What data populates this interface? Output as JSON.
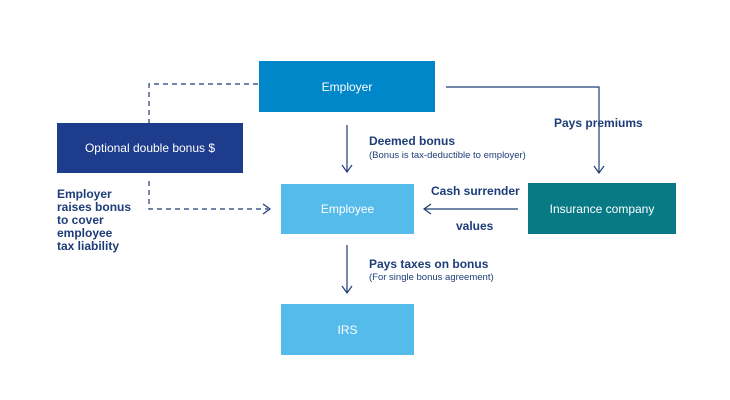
{
  "nodes": {
    "employer": {
      "label": "Employer",
      "color": "#0087c9"
    },
    "optional_bonus": {
      "label": "Optional double bonus $",
      "color": "#1d3c8c"
    },
    "employee": {
      "label": "Employee",
      "color": "#55bbea"
    },
    "insurance": {
      "label": "Insurance company",
      "color": "#077a85"
    },
    "irs": {
      "label": "IRS",
      "color": "#55bbea"
    }
  },
  "edges": {
    "deemed_bonus": {
      "title": "Deemed bonus",
      "note": "(Bonus is tax-deductible to employer)"
    },
    "pays_premiums": {
      "title": "Pays premiums"
    },
    "cash_surrender": {
      "title_line1": "Cash surrender",
      "title_line2": "values"
    },
    "pays_taxes": {
      "title": "Pays taxes on bonus",
      "note": "(For single bonus agreement)"
    },
    "raise_bonus": {
      "title": "Employer\nraises bonus\nto cover\nemployee\ntax liability"
    }
  },
  "colors": {
    "line": "#1d3c78",
    "label_text": "#1d3c78"
  }
}
